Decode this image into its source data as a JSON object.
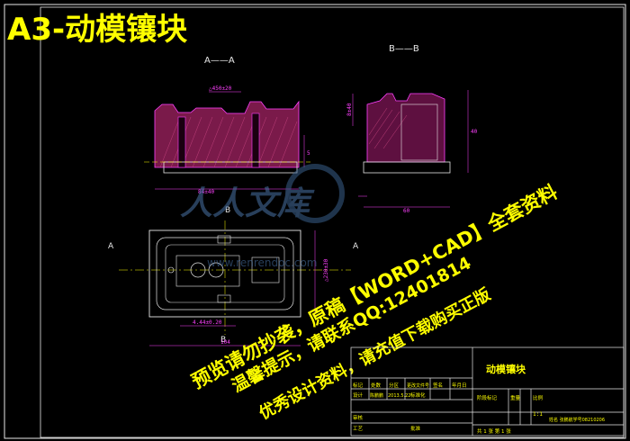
{
  "title": "A3-动模镶块",
  "sections": {
    "aa": "A——A",
    "bb": "B——B",
    "b_marker": "B",
    "a_marker": "A"
  },
  "dims": {
    "d_top": "△450±20",
    "d_bottom_left": "84±40",
    "d_right_small": "5",
    "d_bb_left": "8±40",
    "d_bb_right": "40",
    "d_bb_bottom": "60",
    "d_plan_right": "△230±30",
    "d_plan_inner": "4.44±0.20",
    "d_plan_total": "104"
  },
  "watermark": {
    "logo_text": "人人文库",
    "url_text": "www.renrendoc.com",
    "line1": "预览请勿抄袭，原稿【WORD+CAD】全套资料",
    "line2": "温馨提示，请联系QQ:12401814",
    "line3": "优秀设计资料，请充值下载购买正版"
  },
  "title_block": {
    "part_name": "动模镶块",
    "row1": [
      "标记",
      "处数",
      "分区",
      "更改文件号",
      "签名",
      "年月日"
    ],
    "row2": [
      "设计",
      "陈鹏鹏",
      "2013.5.22",
      "标准化"
    ],
    "stage_label": "阶段标记",
    "weight_label": "重量",
    "scale_label": "比例",
    "scale_value": "1:1",
    "review_label": "审核",
    "process_label": "工艺",
    "approve_label": "批准",
    "sheet_label": "共 1 张  第 1 张",
    "student": "姓名 张鹏航学号08210206"
  }
}
